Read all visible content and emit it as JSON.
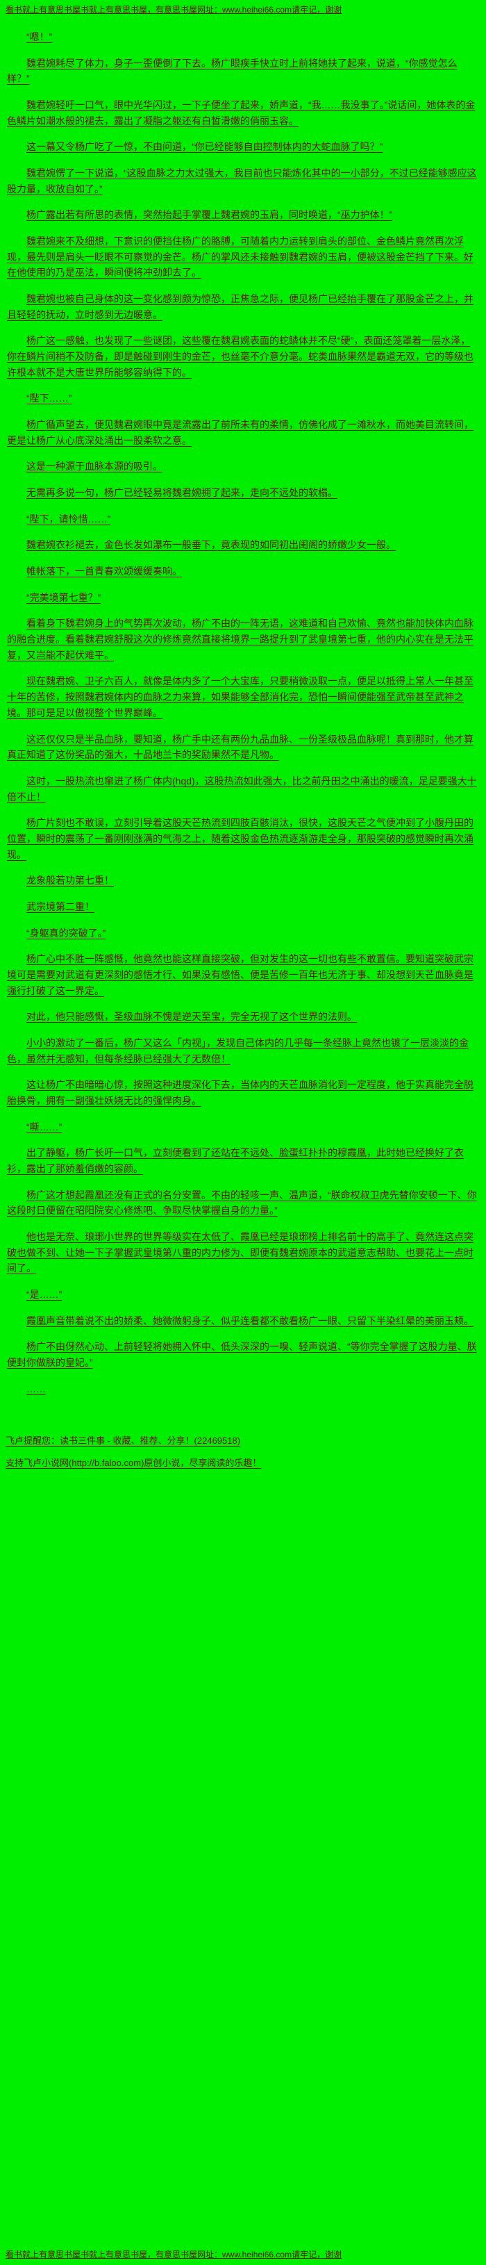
{
  "page": {
    "background_color": "#00ef00",
    "text_color": "#6b1414"
  },
  "header": {
    "notice_prefix": "看书就上有意思书屋书就上有意思书屋，有意思书屋网址：",
    "notice_url": "www.heihei66.com",
    "notice_suffix": "请牢记，谢谢"
  },
  "chapter": {
    "paragraphs": [
      "“嗯！”",
      "魏君婉耗尽了体力，身子一歪便倒了下去。杨广眼疾手快立时上前将她扶了起来，说道，“你感觉怎么样？”",
      "魏君婉轻吁一口气，眼中光华闪过，一下子便坐了起来，娇声道，“我……我没事了。”说话间，她体表的金色鳞片如潮水般的褪去，露出了凝脂之躯还有白皙滑嫩的俏丽玉容。",
      "这一幕又令杨广吃了一惊，不由问道，“你已经能够自由控制体内的大蛇血脉了吗？”",
      "魏君婉愣了一下说道，“这股血脉之力太过强大，我目前也只能炼化其中的一小部分，不过已经能够感应这股力量，收放自如了。”",
      "杨广露出若有所思的表情，突然抬起手掌覆上魏君婉的玉肩，同时唤道，“巫力护体！”",
      "魏君婉来不及细想，下意识的便挡住杨广的胳膊，可随着内力运转到肩头的部位、金色鳞片竟然再次浮现，最先则是肩头一眨眼不可察觉的金芒。杨广的掌风还未接触到魏君婉的玉肩，便被这股金芒挡了下来。好在他使用的乃是巫法，瞬间便将冲劲卸去了。",
      "魏君婉也被自己身体的这一变化感到颇为惊恐，正焦急之际，便见杨广已经抬手覆在了那股金芒之上，并且轻轻的抚动，立时感到无边暖意。",
      "杨广这一感触，也发现了一些谜团，这些覆在魏君婉表面的蛇鳞体并不尽“硬”，表面还笼罩着一层水泽，你在鳞片间稍不及防备，即是触碰到刚生的金芒，也丝毫不介意分毫。蛇类血脉果然是霸道无双，它的等级也许根本就不是大唐世界所能够容纳得下的。",
      "“陛下……”",
      "杨广循声望去，便见魏君婉眼中竟是流露出了前所未有的柔情，仿佛化成了一滩秋水，而她美目流转间，更是让杨广从心底深处涌出一股柔软之意。",
      "这是一种源于血脉本源的吸引。",
      "无需再多说一句，杨广已经轻易将魏君婉拥了起来，走向不远处的软榻。",
      "“陛下，请怜惜……”",
      "魏君婉衣衫褪去，金色长发如瀑布一般垂下，竟表现的如同初出闺阁的娇嫩少女一般。",
      "帷帐落下，一首青春欢颂缓缓奏响。",
      "“完美境第七重？”",
      "看着身下魏君婉身上的气势再次波动，杨广不由的一阵无语，这难道和自己欢愉、竟然也能加快体内血脉的融合进度。看着魏君婉舒服这次的修炼竟然直接将境界一路提升到了武皇境第七重，他的内心实在是无法平复，又岂能不起伏难平。",
      "现在魏君婉、卫子六百人，就像是体内多了一个大宝库，只要稍微汲取一点，便足以抵得上常人一年甚至十年的苦修，按照魏君婉体内的血脉之力来算，如果能够全部消化完，恐怕一瞬间便能强至武帝甚至武神之境。那可是足以傲视整个世界巅峰。",
      "这还仅仅只是半品血脉，要知道，杨广手中还有两份九品血脉、一份圣级极品血脉呢！真到那时，他才算真正知道了这份奖品的强大，十品地兰卡的奖励果然不是凡物。",
      "这时，一股热流也窜进了杨广体内(hqd)，这股热流如此强大，比之前丹田之中涌出的暖流，足足要强大十倍不止！",
      "杨广片刻也不敢误，立刻引导着这股天芒热流到四肢百骸消汰，很快，这股天芒之气便冲到了小腹丹田的位置，瞬时的震荡了一番刚刚涨满的气海之上，随着这股金色热流逐渐游走全身，那股突破的感觉瞬时再次涌现。",
      "龙象般若功第七重！",
      "武宗境第二重！",
      "“身躯真的突破了。”",
      "杨广心中不胜一阵感慨，他竟然也能这样直接突破，但对发生的这一切也有些不敢置信。要知道突破武宗境可是需要对武道有更深刻的感悟才行、如果没有感悟、便是苦修一百年也无济于事、却没想到天芒血脉竟是强行打破了这一界定。",
      "对此，他只能感慨，圣级血脉不愧是逆天至宝，完全无视了这个世界的法则。",
      "小小的激动了一番后，杨广又这么「内视」，发现自己体内的几乎每一条经脉上竟然也镀了一层淡淡的金色，虽然并无感知，但每条经脉已经强大了无数倍！",
      "这让杨广不由暗暗心惊，按照这种进度深化下去，当体内的天芒血脉消化到一定程度，他于实真能完全脱胎换骨，拥有一副强壮妖娆无比的强悍肉身。",
      "“嘶……”",
      "出了静躯，杨广长吁一口气，立刻便看到了还站在不远处、脸蛋红扑扑的穆霞凰，此时她已经换好了衣衫，露出了那娇羞俏嫩的容颜。",
      "杨广这才想起霞凰还没有正式的名分安置。不由的轻咳一声、温声道，“朕命权叔卫虎先替你安顿一下、你这段时日便留在昭阳院安心修炼吧、争取尽快掌握自身的力量。”",
      "他也是无奈、琅琊小世界的世界等级实在太低了、霞凰已经是琅琊榜上排名前十的高手了、竟然连这点突破也做不到、让她一下子掌握武皇境第八重的内力修为、即便有魏君婉原本的武道意志帮助、也要花上一点时间了。",
      "“是……”",
      "霞凰声音带着说不出的娇柔、她微微躬身子、似乎连看都不敢看杨广一眼、只留下半染红晕的美丽玉颊。",
      "杨广不由伢然心动、上前轻轻将她拥入怀中、低头深深的一嗅、轻声说道、“等你完全掌握了这股力量、朕便封你做朕的皇妃。”",
      "……"
    ]
  },
  "footer": {
    "reminder": "飞卢提醒您：读书三件事 - 收藏、推荐、分享！(22469518)",
    "support_prefix": "支持飞卢小说网(",
    "support_url": "http://b.faloo.com",
    "support_suffix": ")原创小说，尽享阅读的乐趣！"
  }
}
